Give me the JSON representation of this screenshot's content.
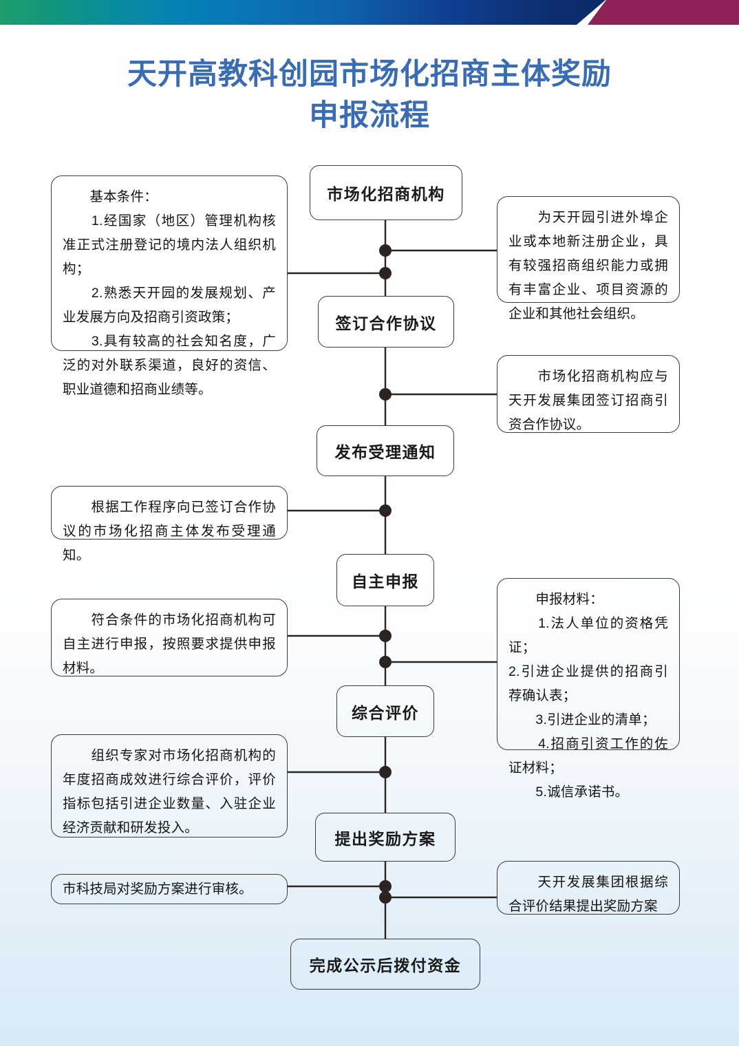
{
  "banner": {
    "gradient_start": "#1f9d6e",
    "gradient_mid": "#0780b4",
    "gradient_end": "#0b2a68",
    "accent_color": "#8e2256"
  },
  "title": {
    "color": "#3a6cb4",
    "line1": "天开高教科创园市场化招商主体奖励",
    "line2": "申报流程"
  },
  "flow": {
    "steps": [
      {
        "id": "step-1",
        "label": "市场化招商机构"
      },
      {
        "id": "step-2",
        "label": "签订合作协议"
      },
      {
        "id": "step-3",
        "label": "发布受理通知"
      },
      {
        "id": "step-4",
        "label": "自主申报"
      },
      {
        "id": "step-5",
        "label": "综合评价"
      },
      {
        "id": "step-6",
        "label": "提出奖励方案"
      },
      {
        "id": "step-7",
        "label": "完成公示后拨付资金"
      }
    ]
  },
  "notes": {
    "left": [
      {
        "id": "note-basic-conditions",
        "text": "　　基本条件：\n　　1.经国家（地区）管理机构核准正式注册登记的境内法人组织机构；\n　　2.熟悉天开园的发展规划、产业发展方向及招商引资政策；\n　　3.具有较高的社会知名度，广泛的对外联系渠道，良好的资信、职业道德和招商业绩等。"
      },
      {
        "id": "note-acceptance-notice",
        "text": "　　根据工作程序向已签订合作协议的市场化招商主体发布受理通知。"
      },
      {
        "id": "note-self-declaration",
        "text": "　　符合条件的市场化招商机构可自主进行申报，按照要求提供申报材料。"
      },
      {
        "id": "note-comprehensive-evaluation",
        "text": "　　组织专家对市场化招商机构的年度招商成效进行综合评价，评价指标包括引进企业数量、入驻企业经济贡献和研发投入。"
      },
      {
        "id": "note-bureau-review",
        "text": "市科技局对奖励方案进行审核。"
      }
    ],
    "right": [
      {
        "id": "note-eligible-orgs",
        "text": "　　为天开园引进外埠企业或本地新注册企业，具有较强招商组织能力或拥有丰富企业、项目资源的企业和其他社会组织。"
      },
      {
        "id": "note-sign-agreement",
        "text": "　　市场化招商机构应与天开发展集团签订招商引资合作协议。"
      },
      {
        "id": "note-application-materials",
        "text": "　　申报材料：\n　　1.法人单位的资格凭证；\n2.引进企业提供的招商引荐确认表；\n　　3.引进企业的清单；\n　　4.招商引资工作的佐证材料；\n　　5.诚信承诺书。"
      },
      {
        "id": "note-reward-plan",
        "text": "　　天开发展集团根据综合评价结果提出奖励方案"
      }
    ]
  }
}
